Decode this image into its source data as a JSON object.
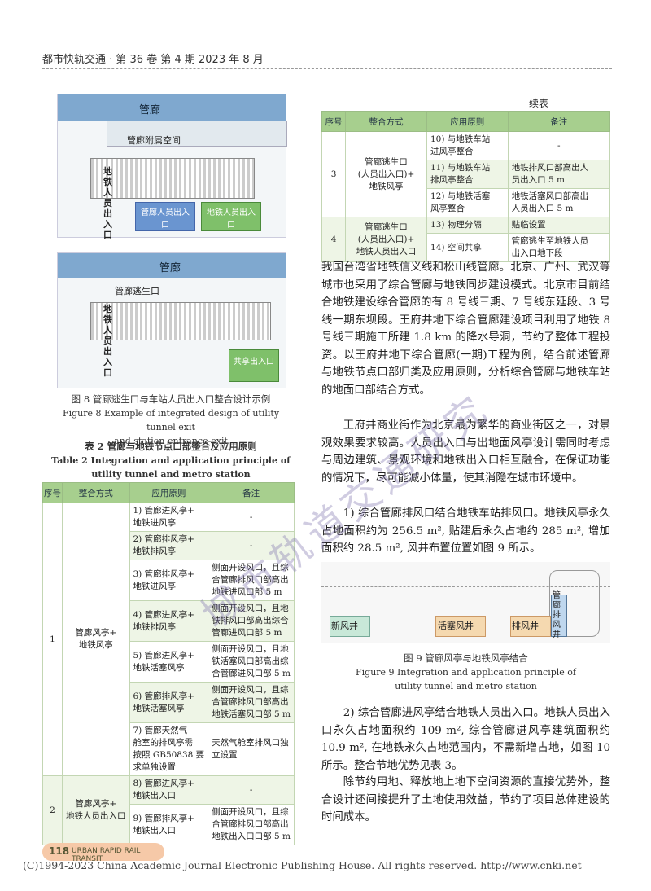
{
  "header": "都市快轨交通 · 第 36 卷  第 4 期  2023 年 8 月",
  "fig8": {
    "top": {
      "corridor": "管廊",
      "annex": "管廊附属空间",
      "station": "地铁人员出入口",
      "exit_a": "管廊人员出入口",
      "exit_b": "地铁人员出入口"
    },
    "bottom": {
      "corridor": "管廊",
      "escape": "管廊逃生口",
      "station": "地铁人员出入口",
      "shared": "共享出入口"
    },
    "caption_cn": "图 8   管廊逃生口与车站人员出入口整合设计示例",
    "caption_en_1": "Figure 8    Example of integrated design of utility tunnel exit",
    "caption_en_2": "and station entrance-exit"
  },
  "table2": {
    "title_cn": "表 2   管廊与地铁节点口部整合及应用原则",
    "title_en_1": "Table 2    Integration and application principle of",
    "title_en_2": "utility tunnel and metro station",
    "headers": [
      "序号",
      "整合方式",
      "应用原则",
      "备注"
    ],
    "rows": [
      {
        "no": "1",
        "method": "管廊风亭+\n地铁风亭",
        "principle": "1) 管廊进风亭+\n地铁进风亭",
        "note": "-"
      },
      {
        "principle": "2) 管廊排风亭+\n地铁排风亭",
        "note": "-"
      },
      {
        "principle": "3) 管廊排风亭+\n地铁进风亭",
        "note": "侧面开设风口，且综\n合管廊排风口部高出\n地铁进风口部 5 m"
      },
      {
        "principle": "4) 管廊进风亭+\n地铁排风亭",
        "note": "侧面开设风口，且地\n铁排风口部高出综合\n管廊进风口部 5 m"
      },
      {
        "principle": "5) 管廊进风亭+\n地铁活塞风亭",
        "note": "侧面开设风口，且地\n铁活塞风口部高出综\n合管廊进风口部 5 m"
      },
      {
        "principle": "6) 管廊排风亭+\n地铁活塞风亭",
        "note": "侧面开设风口，且综\n合管廊排风口部高出\n地铁活塞风口部 5 m"
      },
      {
        "principle": "7) 管廊天然气\n舱室的排风亭需\n按照 GB50838 要\n求单独设置",
        "note": "天然气舱室排风口独\n立设置"
      },
      {
        "no": "2",
        "method": "管廊风亭+\n地铁人员出入口",
        "principle": "8) 管廊进风亭+\n地铁出入口",
        "note": "-"
      },
      {
        "principle": "9) 管廊排风亭+\n地铁出入口",
        "note": "侧面开设风口，且综\n合管廊排风口部高出\n地铁出入口口部 5 m"
      }
    ]
  },
  "table2_cont": {
    "label": "续表",
    "headers": [
      "序号",
      "整合方式",
      "应用原则",
      "备注"
    ],
    "rows": [
      {
        "no": "3",
        "method": "管廊逃生口\n(人员出入口)+\n地铁风亭",
        "principle": "10) 与地铁车站\n进风亭整合",
        "note": "-"
      },
      {
        "principle": "11) 与地铁车站\n排风亭整合",
        "note": "地铁排风口部高出人\n员出入口 5 m"
      },
      {
        "principle": "12) 与地铁活塞\n风亭整合",
        "note": "地铁活塞风口部高出\n人员出入口 5 m"
      },
      {
        "no": "4",
        "method": "管廊逃生口\n(人员出入口)+\n地铁人员出入口",
        "principle": "13) 物理分隔",
        "note": "贴临设置"
      },
      {
        "principle": "14) 空间共享",
        "note": "管廊逃生至地铁人员\n出入口地下段"
      }
    ]
  },
  "paragraphs": [
    "我国台湾省地铁信义线和松山线管廊。北京、广州、武汉等城市也采用了综合管廊与地铁同步建设模式。北京市目前结合地铁建设综合管廊的有 8 号线三期、7 号线东延段、3 号线一期东坝段。王府井地下综合管廊建设项目利用了地铁 8 号线三期施工所建 1.8 km 的降水导洞，节约了整体工程投资。以王府井地下综合管廊(一期)工程为例，结合前述管廊与地铁节点口部归类及应用原则，分析综合管廊与地铁车站的地面口部结合方式。",
    "王府井商业街作为北京最为繁华的商业街区之一，对景观效果要求较高。人员出入口与出地面风亭设计需同时考虑与周边建筑、景观环境和地铁出入口相互融合，在保证功能的情况下，尽可能减小体量，使其消隐在城市环境中。",
    "1) 综合管廊排风口结合地铁车站排风口。地铁风亭永久占地面积约为 256.5 m², 贴建后永久占地约 285 m², 增加面积约 28.5 m², 风井布置位置如图 9 所示。"
  ],
  "fig9": {
    "new": "新风井",
    "piston": "活塞风井",
    "exhaust": "排风井",
    "tunnel": "管廊排风井",
    "caption_cn": "图 9   管廊风亭与地铁风亭结合",
    "caption_en_1": "Figure 9    Integration and application principle of",
    "caption_en_2": "utility tunnel and metro station"
  },
  "paragraphs2": [
    "2) 综合管廊进风亭结合地铁人员出入口。地铁人员出入口永久占地面积约 109 m², 综合管廊进风亭建筑面积约 10.9 m², 在地铁永久占地范围内，不需新增占地，如图 10 所示。整合节地优势见表 3。",
    "除节约用地、释放地上地下空间资源的直接优势外，整合设计还间接提升了土地使用效益，节约了项目总体建设的时间成本。"
  ],
  "watermark": "城市轨道交通研究",
  "page_number": "118",
  "journal_en": "URBAN RAPID RAIL TRANSIT",
  "copyright": "(C)1994-2023 China Academic Journal Electronic Publishing House. All rights reserved.    http://www.cnki.net"
}
